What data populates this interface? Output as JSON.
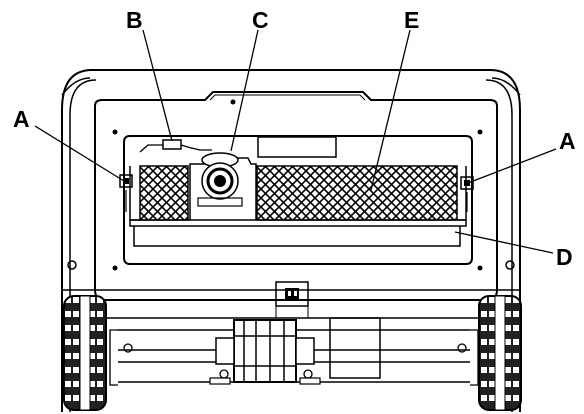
{
  "figure": {
    "callouts": [
      {
        "id": "A",
        "label": "A"
      },
      {
        "id": "A2",
        "label": "A"
      },
      {
        "id": "B",
        "label": "B"
      },
      {
        "id": "C",
        "label": "C"
      },
      {
        "id": "D",
        "label": "D"
      },
      {
        "id": "E",
        "label": "E"
      }
    ]
  }
}
